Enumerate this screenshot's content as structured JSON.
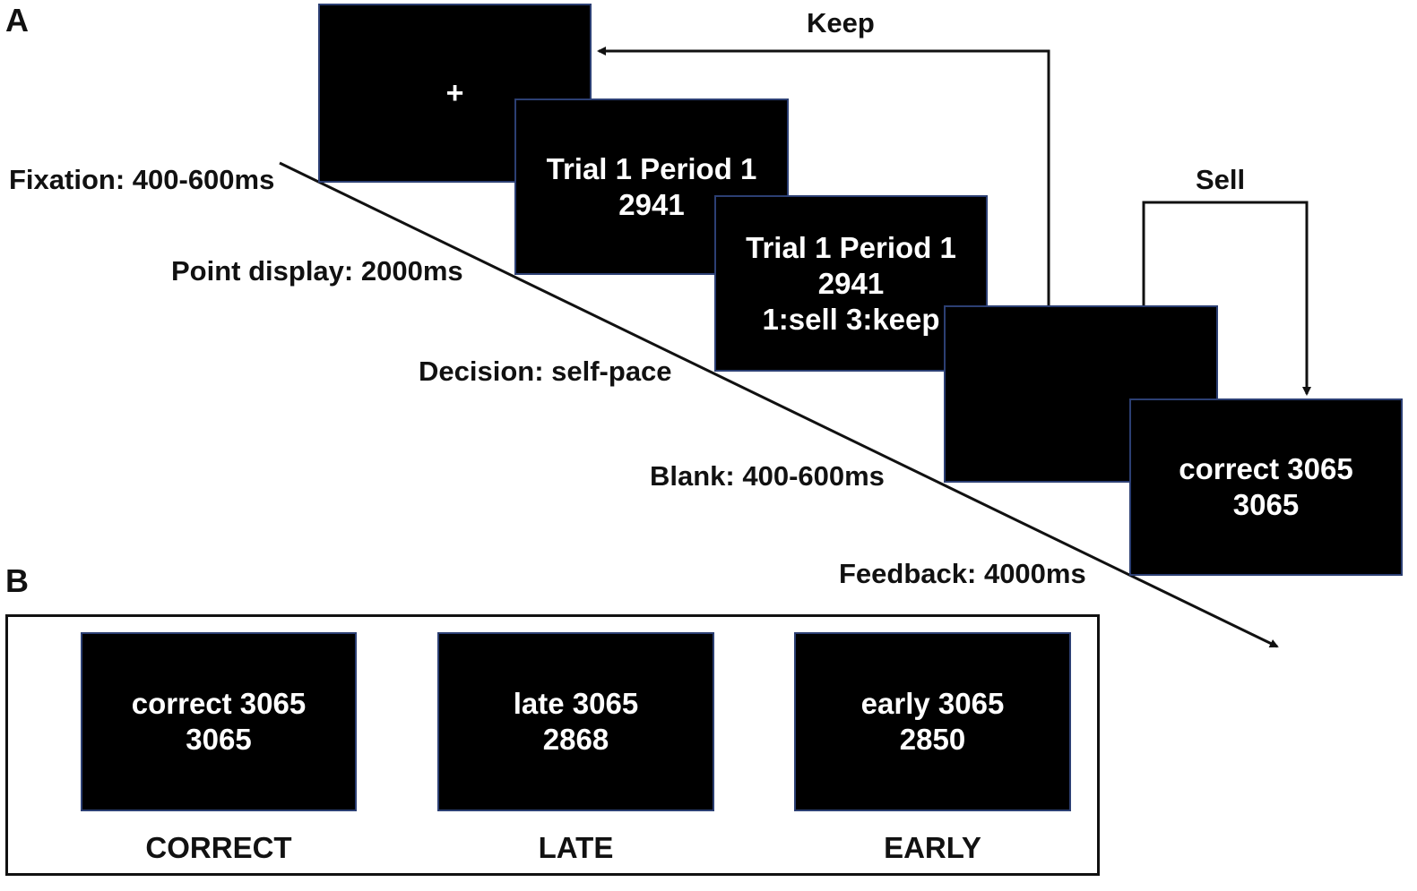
{
  "panels": {
    "a": "A",
    "b": "B"
  },
  "timeline": {
    "stages": [
      {
        "label": "Fixation: 400-600ms"
      },
      {
        "label": "Point display: 2000ms"
      },
      {
        "label": "Decision: self-pace"
      },
      {
        "label": "Blank: 400-600ms"
      },
      {
        "label": "Feedback: 4000ms"
      }
    ],
    "screens": {
      "fixation": {
        "symbol": "+"
      },
      "point_display": {
        "line1": "Trial 1 Period 1",
        "line2": "2941"
      },
      "decision": {
        "line1": "Trial 1 Period 1",
        "line2": "2941",
        "line3": "1:sell 3:keep"
      },
      "blank": {},
      "feedback": {
        "line1": "correct 3065",
        "line2": "3065"
      }
    },
    "routes": {
      "keep": "Keep",
      "sell": "Sell"
    }
  },
  "outcomes": [
    {
      "line1": "correct 3065",
      "line2": "3065",
      "caption": "CORRECT"
    },
    {
      "line1": "late 3065",
      "line2": "2868",
      "caption": "LATE"
    },
    {
      "line1": "early 3065",
      "line2": "2850",
      "caption": "EARLY"
    }
  ],
  "colors": {
    "screen_bg": "#000000",
    "screen_border": "#2c3f73",
    "text": "#111111"
  }
}
